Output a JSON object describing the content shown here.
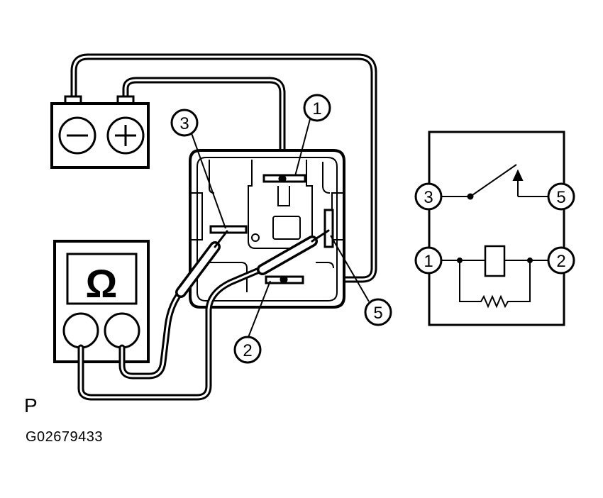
{
  "battery": {
    "minus": "−",
    "plus": "+"
  },
  "ohmmeter": {
    "symbol": "Ω"
  },
  "relay_terminals": {
    "t1": "1",
    "t2": "2",
    "t3": "3",
    "t5": "5"
  },
  "schematic_terminals": {
    "t3": "3",
    "t5": "5",
    "t1": "1",
    "t2": "2"
  },
  "figure": {
    "letter": "P",
    "code": "G02679433"
  }
}
